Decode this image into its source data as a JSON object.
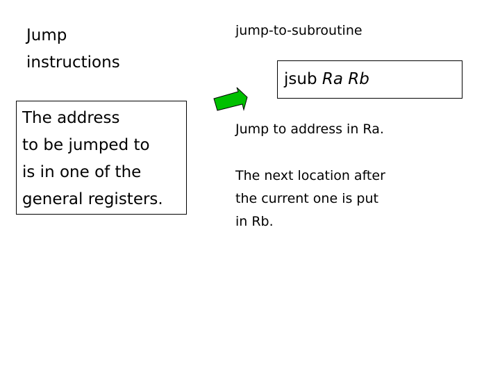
{
  "title_lines": [
    "Jump",
    "instructions"
  ],
  "left_box_lines": [
    "The address",
    "to be jumped to",
    "is in one of the",
    "general registers."
  ],
  "subtitle": "jump-to-subroutine",
  "code": {
    "op": "jsub",
    "args": "Ra Rb"
  },
  "description": "Jump to address in Ra.",
  "description2_lines": [
    "The next location after",
    "the current one is put",
    "in Rb."
  ],
  "arrow": {
    "icon": "arrow-right-icon",
    "color": "#00c000"
  }
}
